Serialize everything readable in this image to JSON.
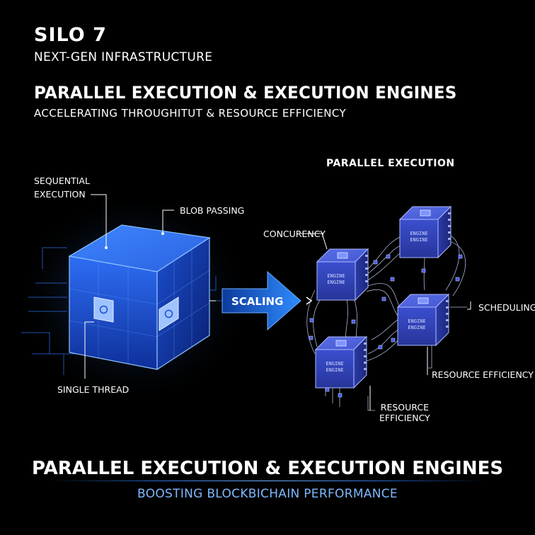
{
  "header": {
    "brand": "SILO 7",
    "tagline": "NEXT-GEN INFRASTRUCTURE",
    "title": "PARALLEL EXECUTION & EXECUTION ENGINES",
    "subtitle": "ACCELERATING THROUGHITUT & RESOURCE EFFICIENCY"
  },
  "left_diagram": {
    "label_sequential": "SEQUENTIAL\nEXECUTION",
    "label_blob": "BLOB PASSING",
    "label_single_thread": "SINGLE THREAD"
  },
  "arrow": {
    "label": "SCALING"
  },
  "right_diagram": {
    "title": "PARALLEL EXECUTION",
    "label_concurrency": "CONCURENCY",
    "label_scheduling": "SCHEDULING",
    "label_resource_1": "RESOURCE EFFICIENCY",
    "label_resource_2": "RESOURCE\nEFFICIENCY",
    "engine_label": "ENGINE"
  },
  "footer": {
    "title": "PARALLEL EXECUTION & EXECUTION ENGINES",
    "subtitle": "BOOSTING BLOCKBICHAIN PERFORMANCE"
  },
  "colors": {
    "background": "#000000",
    "accent_blue": "#2f7cff",
    "cube_face": "#1b4fd0",
    "engine_blue": "#3a4fc8",
    "footer_sub": "#7eb8ff"
  }
}
